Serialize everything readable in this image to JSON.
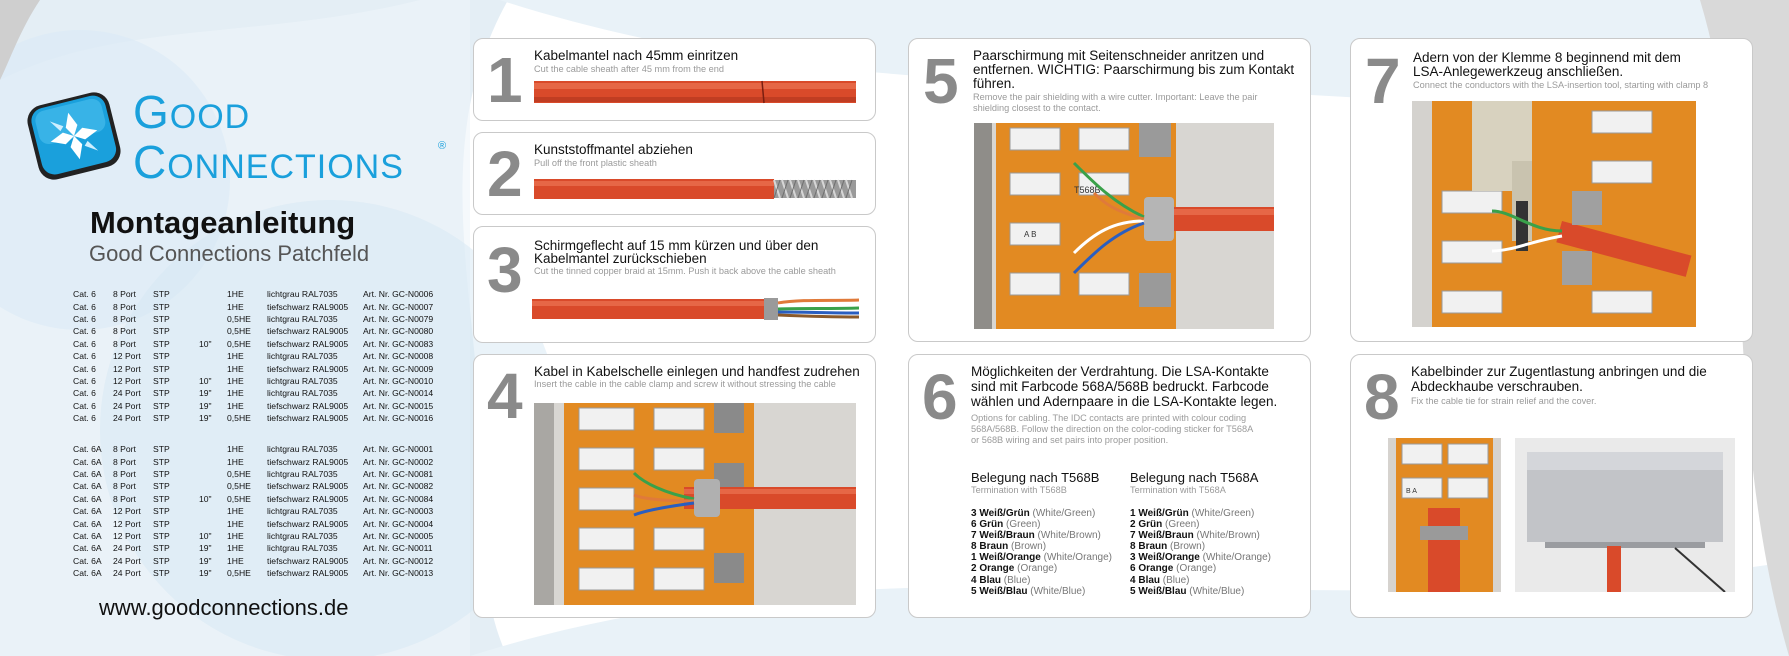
{
  "brand": {
    "logo_line1_cap": "G",
    "logo_line1_rest": "OOD",
    "logo_line2_cap": "C",
    "logo_line2_rest": "ONNECTIONS",
    "registered": "®",
    "accent_color": "#1aa0dc"
  },
  "header": {
    "title": "Montageanleitung",
    "subtitle": "Good Connections Patchfeld"
  },
  "parts_cat6": [
    [
      "Cat. 6",
      "8 Port",
      "STP",
      "",
      "1HE",
      "lichtgrau RAL7035",
      "Art. Nr. GC-N0006"
    ],
    [
      "Cat. 6",
      "8 Port",
      "STP",
      "",
      "1HE",
      "tiefschwarz RAL9005",
      "Art. Nr. GC-N0007"
    ],
    [
      "Cat. 6",
      "8 Port",
      "STP",
      "",
      "0,5HE",
      "lichtgrau RAL7035",
      "Art. Nr. GC-N0079"
    ],
    [
      "Cat. 6",
      "8 Port",
      "STP",
      "",
      "0,5HE",
      "tiefschwarz RAL9005",
      "Art. Nr. GC-N0080"
    ],
    [
      "Cat. 6",
      "8 Port",
      "STP",
      "10\"",
      "0,5HE",
      "tiefschwarz RAL9005",
      "Art. Nr. GC-N0083"
    ],
    [
      "Cat. 6",
      "12 Port",
      "STP",
      "",
      "1HE",
      "lichtgrau RAL7035",
      "Art. Nr. GC-N0008"
    ],
    [
      "Cat. 6",
      "12 Port",
      "STP",
      "",
      "1HE",
      "tiefschwarz RAL9005",
      "Art. Nr. GC-N0009"
    ],
    [
      "Cat. 6",
      "12 Port",
      "STP",
      "10\"",
      "1HE",
      "lichtgrau RAL7035",
      "Art. Nr. GC-N0010"
    ],
    [
      "Cat. 6",
      "24 Port",
      "STP",
      "19\"",
      "1HE",
      "lichtgrau RAL7035",
      "Art. Nr. GC-N0014"
    ],
    [
      "Cat. 6",
      "24 Port",
      "STP",
      "19\"",
      "1HE",
      "tiefschwarz RAL9005",
      "Art. Nr. GC-N0015"
    ],
    [
      "Cat. 6",
      "24 Port",
      "STP",
      "19\"",
      "0,5HE",
      "tiefschwarz RAL9005",
      "Art. Nr. GC-N0016"
    ]
  ],
  "parts_cat6a": [
    [
      "Cat. 6A",
      "8 Port",
      "STP",
      "",
      "1HE",
      "lichtgrau RAL7035",
      "Art. Nr. GC-N0001"
    ],
    [
      "Cat. 6A",
      "8 Port",
      "STP",
      "",
      "1HE",
      "tiefschwarz RAL9005",
      "Art. Nr. GC-N0002"
    ],
    [
      "Cat. 6A",
      "8 Port",
      "STP",
      "",
      "0,5HE",
      "lichtgrau RAL7035",
      "Art. Nr. GC-N0081"
    ],
    [
      "Cat. 6A",
      "8 Port",
      "STP",
      "",
      "0,5HE",
      "tiefschwarz RAL9005",
      "Art. Nr. GC-N0082"
    ],
    [
      "Cat. 6A",
      "8 Port",
      "STP",
      "10\"",
      "0,5HE",
      "tiefschwarz RAL9005",
      "Art. Nr. GC-N0084"
    ],
    [
      "Cat. 6A",
      "12 Port",
      "STP",
      "",
      "1HE",
      "lichtgrau RAL7035",
      "Art. Nr. GC-N0003"
    ],
    [
      "Cat. 6A",
      "12 Port",
      "STP",
      "",
      "1HE",
      "tiefschwarz RAL9005",
      "Art. Nr. GC-N0004"
    ],
    [
      "Cat. 6A",
      "12 Port",
      "STP",
      "10\"",
      "1HE",
      "lichtgrau RAL7035",
      "Art. Nr. GC-N0005"
    ],
    [
      "Cat. 6A",
      "24 Port",
      "STP",
      "19\"",
      "1HE",
      "lichtgrau RAL7035",
      "Art. Nr. GC-N0011"
    ],
    [
      "Cat. 6A",
      "24 Port",
      "STP",
      "19\"",
      "1HE",
      "tiefschwarz RAL9005",
      "Art. Nr. GC-N0012"
    ],
    [
      "Cat. 6A",
      "24 Port",
      "STP",
      "19\"",
      "0,5HE",
      "tiefschwarz RAL9005",
      "Art. Nr. GC-N0013"
    ]
  ],
  "website": "www.goodconnections.de",
  "steps": {
    "s1": {
      "num": "1",
      "de": "Kabelmantel nach 45mm einritzen",
      "en": "Cut the cable sheath after 45 mm from the end"
    },
    "s2": {
      "num": "2",
      "de": "Kunststoffmantel abziehen",
      "en": "Pull off the front plastic sheath"
    },
    "s3": {
      "num": "3",
      "de1": "Schirmgeflecht auf 15 mm kürzen und über den",
      "de2": "Kabelmantel zurückschieben",
      "en": "Cut the tinned copper braid at 15mm. Push it back above the cable sheath"
    },
    "s4": {
      "num": "4",
      "de": "Kabel in Kabelschelle einlegen und handfest zudrehen",
      "en": "Insert the cable in the cable clamp and screw it without stressing the cable"
    },
    "s5": {
      "num": "5",
      "de1": "Paarschirmung mit Seitenschneider anritzen und",
      "de2": "entfernen. WICHTIG: Paarschirmung bis zum Kontakt",
      "de3": "führen.",
      "en1": "Remove the pair shielding with a wire cutter. Important: Leave the pair",
      "en2": "shielding closest to the contact."
    },
    "s6": {
      "num": "6",
      "de1": "Möglichkeiten der Verdrahtung. Die LSA-Kontakte",
      "de2": "sind mit Farbcode 568A/568B bedruckt. Farbcode",
      "de3": "wählen und Adernpaare in die LSA-Kontakte legen.",
      "en1": "Options for cabling. The IDC contacts are printed with colour coding",
      "en2": "568A/568B. Follow the direction on the color-coding sticker for T568A",
      "en3": "or 568B wiring and set pairs into proper position."
    },
    "s7": {
      "num": "7",
      "de1": "Adern von der Klemme 8 beginnend mit dem",
      "de2": "LSA-Anlegewerkzeug anschließen.",
      "en": "Connect the conductors with the LSA-insertion tool, starting with clamp 8"
    },
    "s8": {
      "num": "8",
      "de1": "Kabelbinder zur Zugentlastung anbringen und die",
      "de2": "Abdeckhaube verschrauben.",
      "en": "Fix the cable tie for strain relief and the cover."
    }
  },
  "wiring": {
    "t568b": {
      "title": "Belegung nach T568B",
      "sub": "Termination with T568B",
      "rows": [
        [
          "3",
          "Weiß/Grün",
          "(White/Green)"
        ],
        [
          "6",
          "Grün",
          "(Green)"
        ],
        [
          "7",
          "Weiß/Braun",
          "(White/Brown)"
        ],
        [
          "8",
          "Braun",
          "(Brown)"
        ],
        [
          "1",
          "Weiß/Orange",
          "(White/Orange)"
        ],
        [
          "2",
          "Orange",
          "(Orange)"
        ],
        [
          "4",
          "Blau",
          "(Blue)"
        ],
        [
          "5",
          "Weiß/Blau",
          "(White/Blue)"
        ]
      ]
    },
    "t568a": {
      "title": "Belegung nach T568A",
      "sub": "Termination with T568A",
      "rows": [
        [
          "1",
          "Weiß/Grün",
          "(White/Green)"
        ],
        [
          "2",
          "Grün",
          "(Green)"
        ],
        [
          "7",
          "Weiß/Braun",
          "(White/Brown)"
        ],
        [
          "8",
          "Braun",
          "(Brown)"
        ],
        [
          "3",
          "Weiß/Orange",
          "(White/Orange)"
        ],
        [
          "6",
          "Orange",
          "(Orange)"
        ],
        [
          "4",
          "Blau",
          "(Blue)"
        ],
        [
          "5",
          "Weiß/Blau",
          "(White/Blue)"
        ]
      ]
    }
  },
  "photo_labels": {
    "t568b": "T568B",
    "ab": "A B",
    "ba": "B A"
  }
}
